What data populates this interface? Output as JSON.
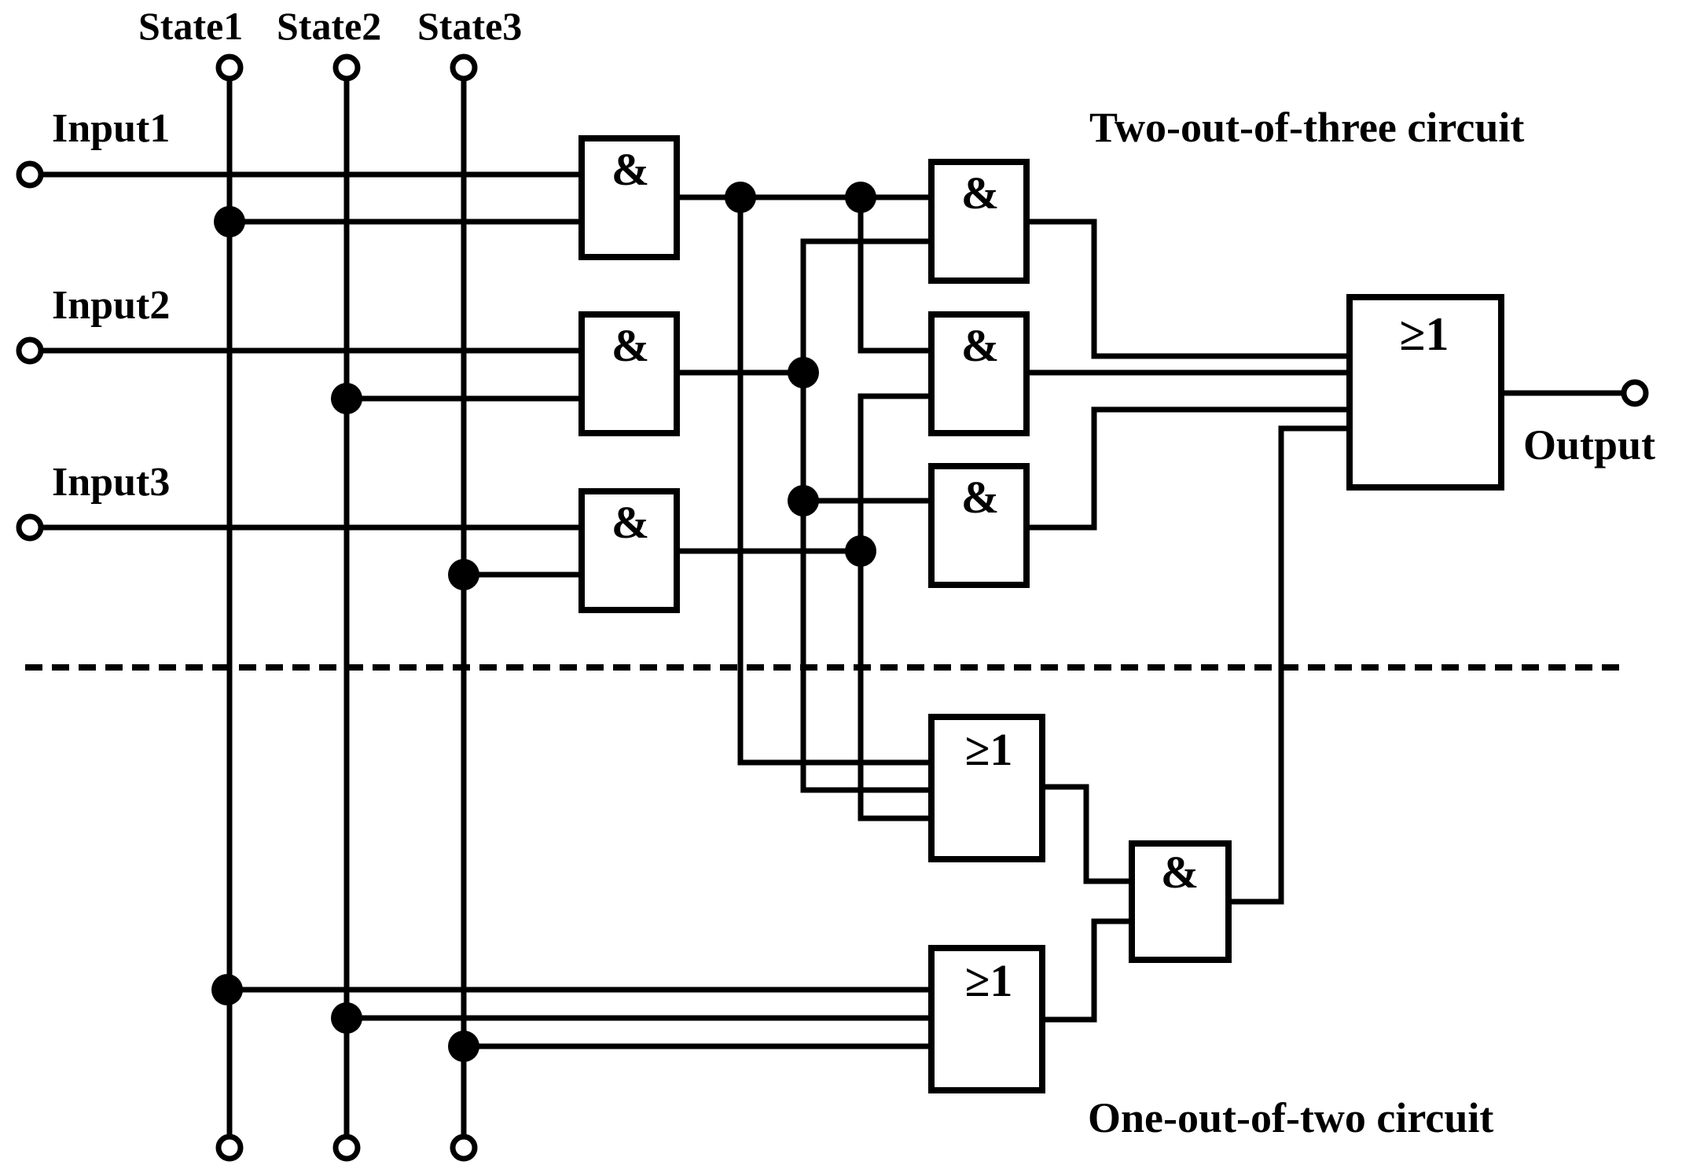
{
  "labels": {
    "state1": "State1",
    "state2": "State2",
    "state3": "State3",
    "input1": "Input1",
    "input2": "Input2",
    "input3": "Input3",
    "two_of_three": "Two-out-of-three circuit",
    "one_of_two": "One-out-of-two circuit",
    "output": "Output"
  },
  "gate_symbols": {
    "and": "&",
    "or": "≥1"
  },
  "colors": {
    "line": "#000000",
    "background": "#ffffff"
  }
}
